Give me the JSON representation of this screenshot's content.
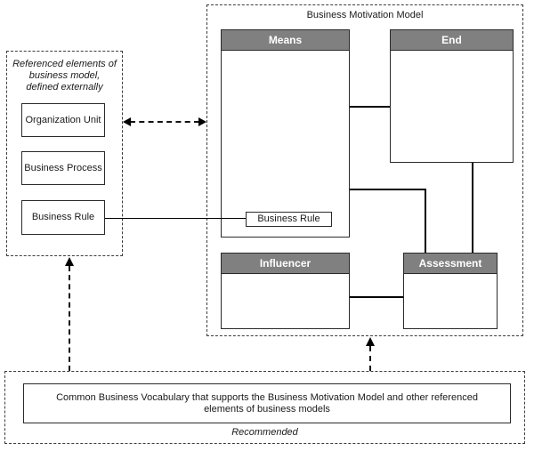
{
  "colors": {
    "header_gray": "#808080",
    "line_black": "#000000",
    "background": "#ffffff"
  },
  "bmm": {
    "title": "Business Motivation Model",
    "boxes": [
      {
        "label": "Means"
      },
      {
        "label": "End"
      },
      {
        "label": "Influencer"
      },
      {
        "label": "Assessment"
      }
    ],
    "inner_box": {
      "label": "Business Rule"
    }
  },
  "referenced": {
    "caption": "Referenced elements of business model, defined externally",
    "items": [
      {
        "label": "Organization Unit"
      },
      {
        "label": "Business Process"
      },
      {
        "label": "Business Rule"
      }
    ]
  },
  "vocabulary": {
    "text": "Common Business Vocabulary that supports the Business Motivation Model and other referenced elements of business models",
    "note": "Recommended"
  }
}
